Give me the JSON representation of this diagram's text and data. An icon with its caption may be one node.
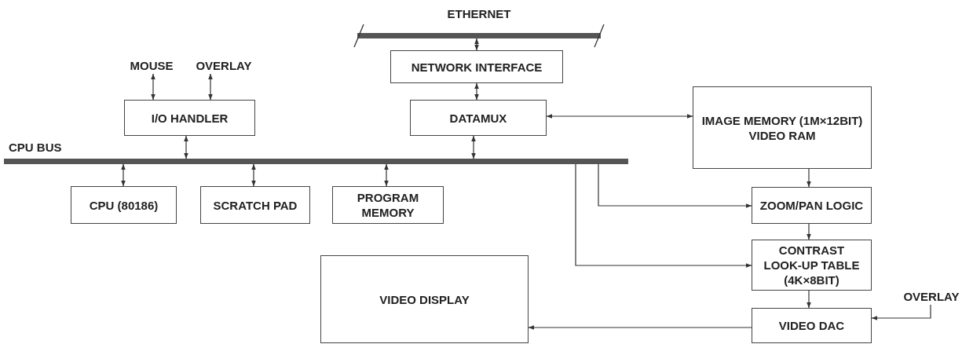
{
  "diagram": {
    "nodes": [
      {
        "text": [
          "ETHERNET"
        ]
      },
      {
        "text": [
          "MOUSE"
        ]
      },
      {
        "text": [
          "OVERLAY"
        ]
      },
      {
        "text": [
          "NETWORK INTERFACE"
        ]
      },
      {
        "text": [
          "I/O HANDLER"
        ]
      },
      {
        "text": [
          "DATAMUX"
        ]
      },
      {
        "text": [
          "IMAGE MEMORY (1M×12BIT) VIDEO RAM"
        ]
      },
      {
        "text": [
          "CPU BUS"
        ]
      },
      {
        "text": [
          "CPU (80186)"
        ]
      },
      {
        "text": [
          "SCRATCH PAD"
        ]
      },
      {
        "text": [
          "PROGRAM MEMORY"
        ]
      },
      {
        "text": [
          "ZOOM/PAN LOGIC"
        ]
      },
      {
        "text": [
          "CONTRAST LOOK-UP TABLE (4K×8BIT)"
        ]
      },
      {
        "text": [
          "VIDEO DISPLAY"
        ]
      },
      {
        "text": [
          "OVERLAY"
        ]
      },
      {
        "text": [
          "VIDEO DAC"
        ]
      }
    ],
    "edges": [
      {
        "from": 0,
        "to": 3,
        "arrow": "both"
      },
      {
        "from": 1,
        "to": 4,
        "arrow": "both"
      },
      {
        "from": 2,
        "to": 4,
        "arrow": "both"
      },
      {
        "from": 3,
        "to": 5,
        "arrow": "both"
      },
      {
        "from": 4,
        "to": 7,
        "arrow": "both"
      },
      {
        "from": 5,
        "to": 7,
        "arrow": "both"
      },
      {
        "from": 5,
        "to": 6,
        "arrow": "both"
      },
      {
        "from": 7,
        "to": 8,
        "arrow": "both"
      },
      {
        "from": 7,
        "to": 9,
        "arrow": "both"
      },
      {
        "from": 7,
        "to": 10,
        "arrow": "both"
      },
      {
        "from": 7,
        "to": 11,
        "arrow": "to"
      },
      {
        "from": 7,
        "to": 12,
        "arrow": "to"
      },
      {
        "from": 6,
        "to": 11,
        "arrow": "to"
      },
      {
        "from": 11,
        "to": 12,
        "arrow": "to"
      },
      {
        "from": 12,
        "to": 15,
        "arrow": "to"
      },
      {
        "from": 14,
        "to": 15,
        "arrow": "to"
      },
      {
        "from": 15,
        "to": 13,
        "arrow": "to"
      }
    ]
  }
}
